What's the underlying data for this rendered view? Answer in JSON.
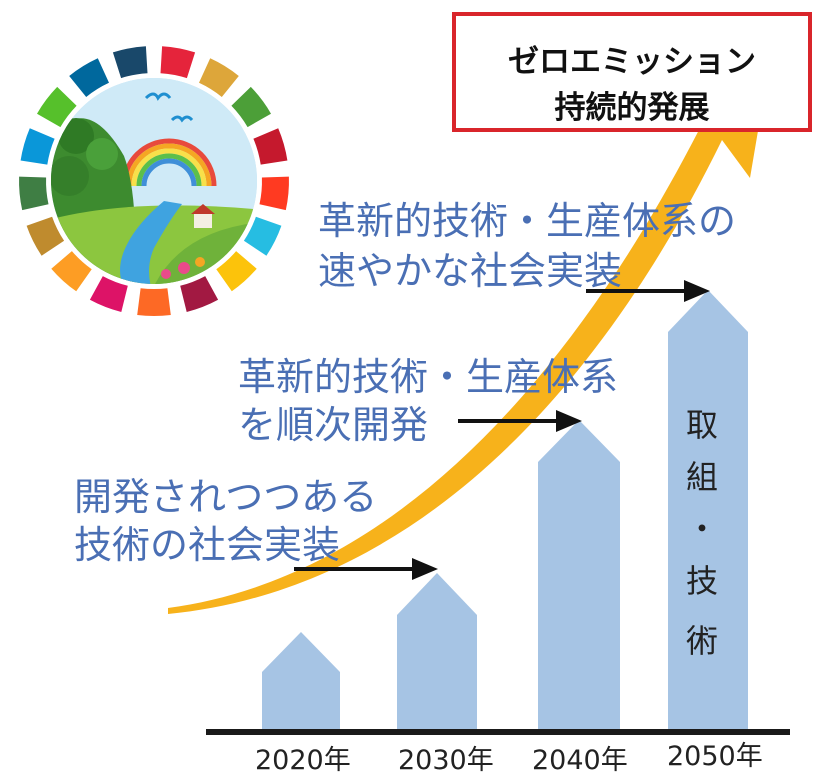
{
  "goal": {
    "line1": "ゼロエミッション",
    "line2": "持続的発展"
  },
  "stages": [
    {
      "line1": "開発されつつある",
      "line2": "技術の社会実装"
    },
    {
      "line1": "革新的技術・生産体系",
      "line2": "を順次開発"
    },
    {
      "line1": "革新的技術・生産体系の",
      "line2": "速やかな社会実装"
    }
  ],
  "years": [
    "2020年",
    "2030年",
    "2040年",
    "2050年"
  ],
  "vertical_label": [
    "取",
    "組",
    "・",
    "技",
    "術"
  ],
  "colors": {
    "bar": "#a6c4e4",
    "arrow": "#f7b21b",
    "label_text": "#4a6fb4",
    "goal_border": "#d9252b"
  },
  "logo_icon": "sdgs-wheel-landscape-icon"
}
